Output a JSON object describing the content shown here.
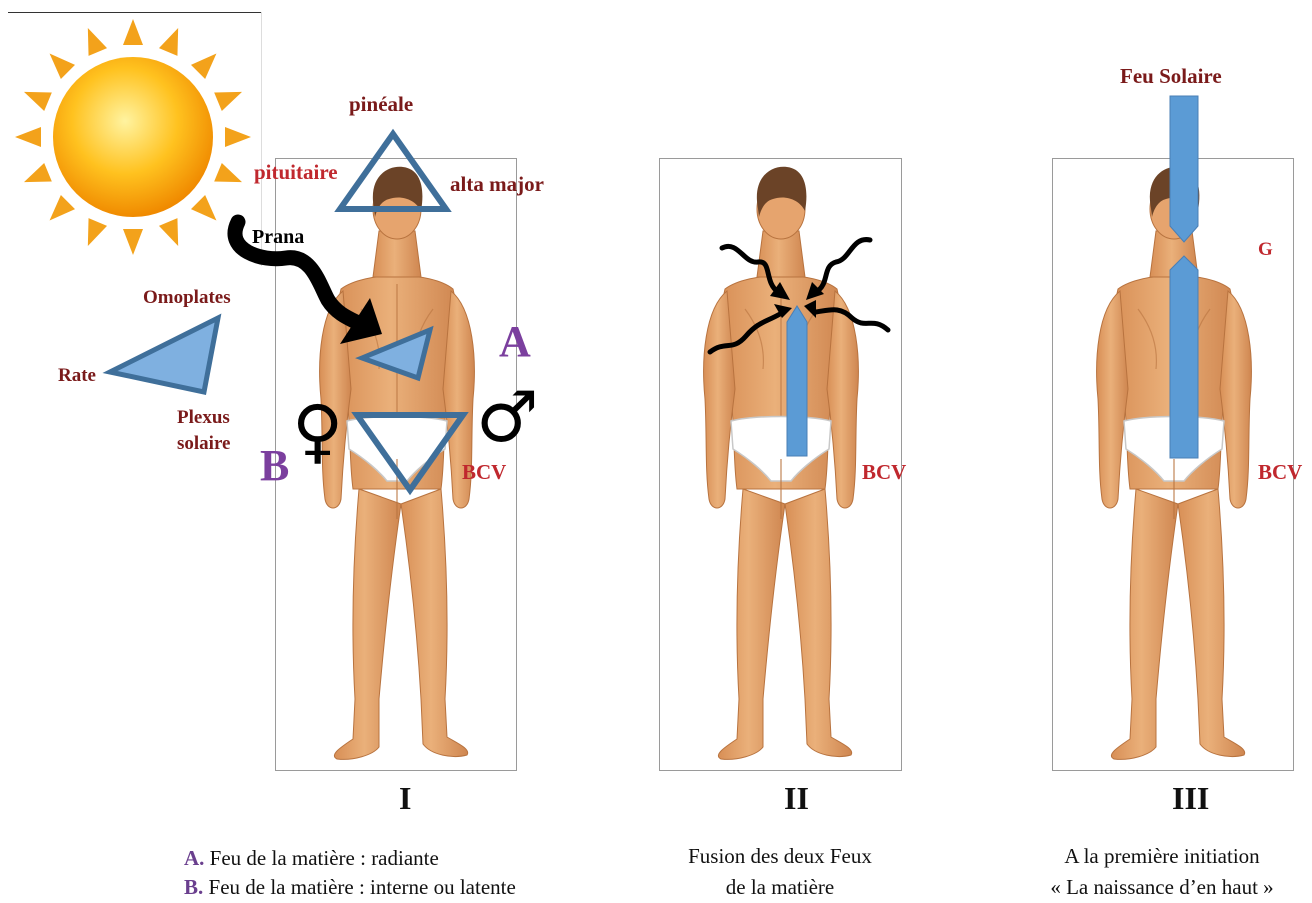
{
  "labels": {
    "pineale": "pinéale",
    "pituitaire": "pituitaire",
    "alta_major": "alta major",
    "prana": "Prana",
    "omoplates": "Omoplates",
    "rate": "Rate",
    "plexus_line1": "Plexus",
    "plexus_line2": "solaire",
    "a": "A",
    "b": "B",
    "bcv": "BCV",
    "feu_solaire": "Feu Solaire",
    "g": "G"
  },
  "symbols": {
    "venus": "♀",
    "mars": "♂"
  },
  "panels": [
    {
      "numeral": "I"
    },
    {
      "numeral": "II",
      "caption_line1": "Fusion des deux Feux",
      "caption_line2": "de la matière"
    },
    {
      "numeral": "III",
      "caption_line1": "A la première initiation",
      "caption_line2": "« La naissance d’en haut »"
    }
  ],
  "legend": [
    {
      "key": "A.",
      "text": " Feu de la matière : radiante"
    },
    {
      "key": "B.",
      "text": " Feu de la matière : interne ou latente"
    }
  ],
  "colors": {
    "skin": "#e7a46c",
    "skin_shadow": "#c9804a",
    "hair": "#6b4327",
    "briefs": "#ffffff",
    "triangle_stroke": "#3f6f9a",
    "triangle_fill": "#7fb0e0",
    "column": "#5b9bd5",
    "label_dark_red": "#7a1a1a",
    "label_red": "#c0282e",
    "label_purple": "#7b3f9e"
  }
}
